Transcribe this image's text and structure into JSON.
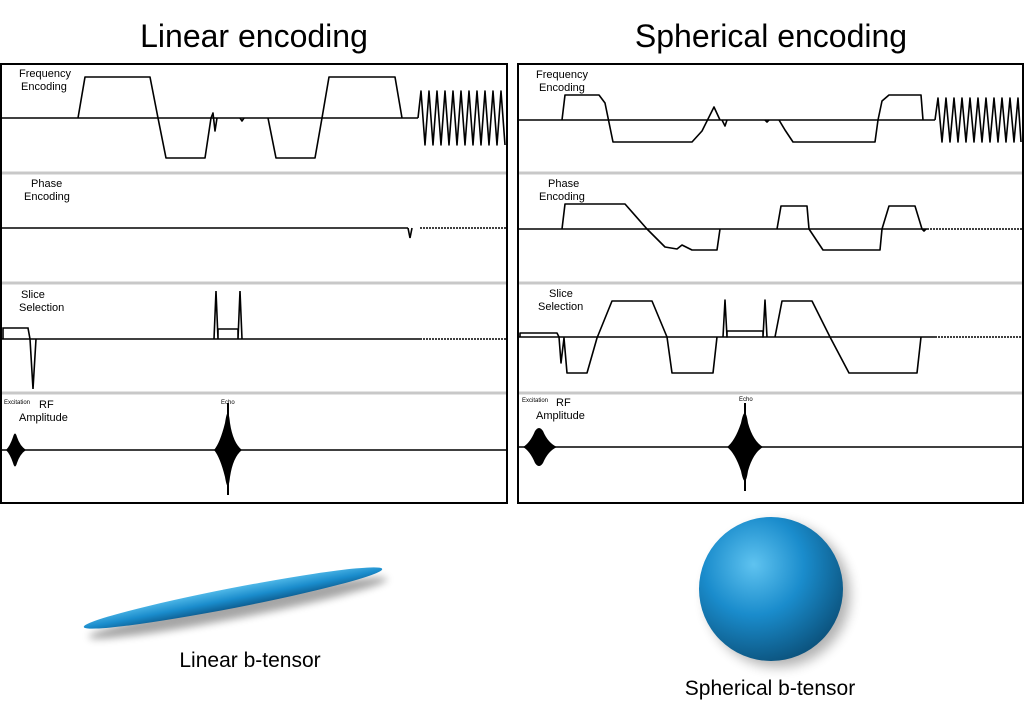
{
  "titles": {
    "left": "Linear encoding",
    "right": "Spherical encoding"
  },
  "rows": [
    {
      "line1": "Frequency",
      "line2": "Encoding"
    },
    {
      "line1": "Phase",
      "line2": "Encoding"
    },
    {
      "line1": "Slice",
      "line2": "Selection"
    },
    {
      "line1": "RF",
      "line2": "Amplitude"
    }
  ],
  "rf_labels": {
    "excitation": "Excitation",
    "echo": "Echo"
  },
  "captions": {
    "left": "Linear b-tensor",
    "right": "Spherical b-tensor"
  },
  "colors": {
    "tensor": "#1a8ccc",
    "separator": "#c8c8c8",
    "trace": "#000000"
  }
}
